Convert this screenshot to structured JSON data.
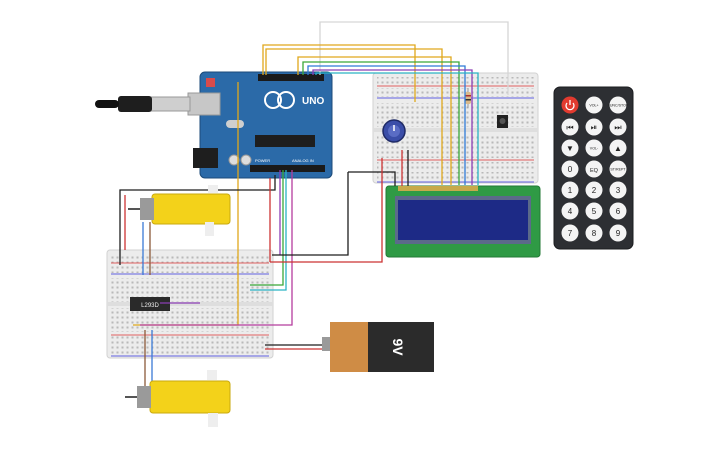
{
  "arduino": {
    "brand": "UNO",
    "power_label": "POWER",
    "analog_label": "ANALOG IN"
  },
  "driver_chip": {
    "label": "L293D"
  },
  "battery": {
    "label": "9V"
  },
  "remote": {
    "buttons": [
      {
        "id": "power",
        "label": ""
      },
      {
        "id": "vol-plus",
        "label": "VOL+"
      },
      {
        "id": "func-stop",
        "label": "FUNC/STOP"
      },
      {
        "id": "rewind",
        "label": "⏮"
      },
      {
        "id": "play-pause",
        "label": "⏯"
      },
      {
        "id": "fast-forward",
        "label": "⏭"
      },
      {
        "id": "down",
        "label": "▼"
      },
      {
        "id": "vol-minus",
        "label": "VOL-"
      },
      {
        "id": "up",
        "label": "▲"
      },
      {
        "id": "zero",
        "label": "0"
      },
      {
        "id": "eq",
        "label": "EQ"
      },
      {
        "id": "st-rept",
        "label": "ST/REPT"
      },
      {
        "id": "one",
        "label": "1"
      },
      {
        "id": "two",
        "label": "2"
      },
      {
        "id": "three",
        "label": "3"
      },
      {
        "id": "four",
        "label": "4"
      },
      {
        "id": "five",
        "label": "5"
      },
      {
        "id": "six",
        "label": "6"
      },
      {
        "id": "seven",
        "label": "7"
      },
      {
        "id": "eight",
        "label": "8"
      },
      {
        "id": "nine",
        "label": "9"
      }
    ]
  },
  "colors": {
    "board": "#2b6aa8",
    "breadboard": "#ececec",
    "motor": "#f3d21a",
    "lcd_pcb": "#2f9a45",
    "lcd_screen": "#1d2a86",
    "remote_body": "#2d2f33",
    "power_button": "#e23a2f",
    "battery_body": "#2b2b2b",
    "battery_cap": "#cf8c45"
  }
}
